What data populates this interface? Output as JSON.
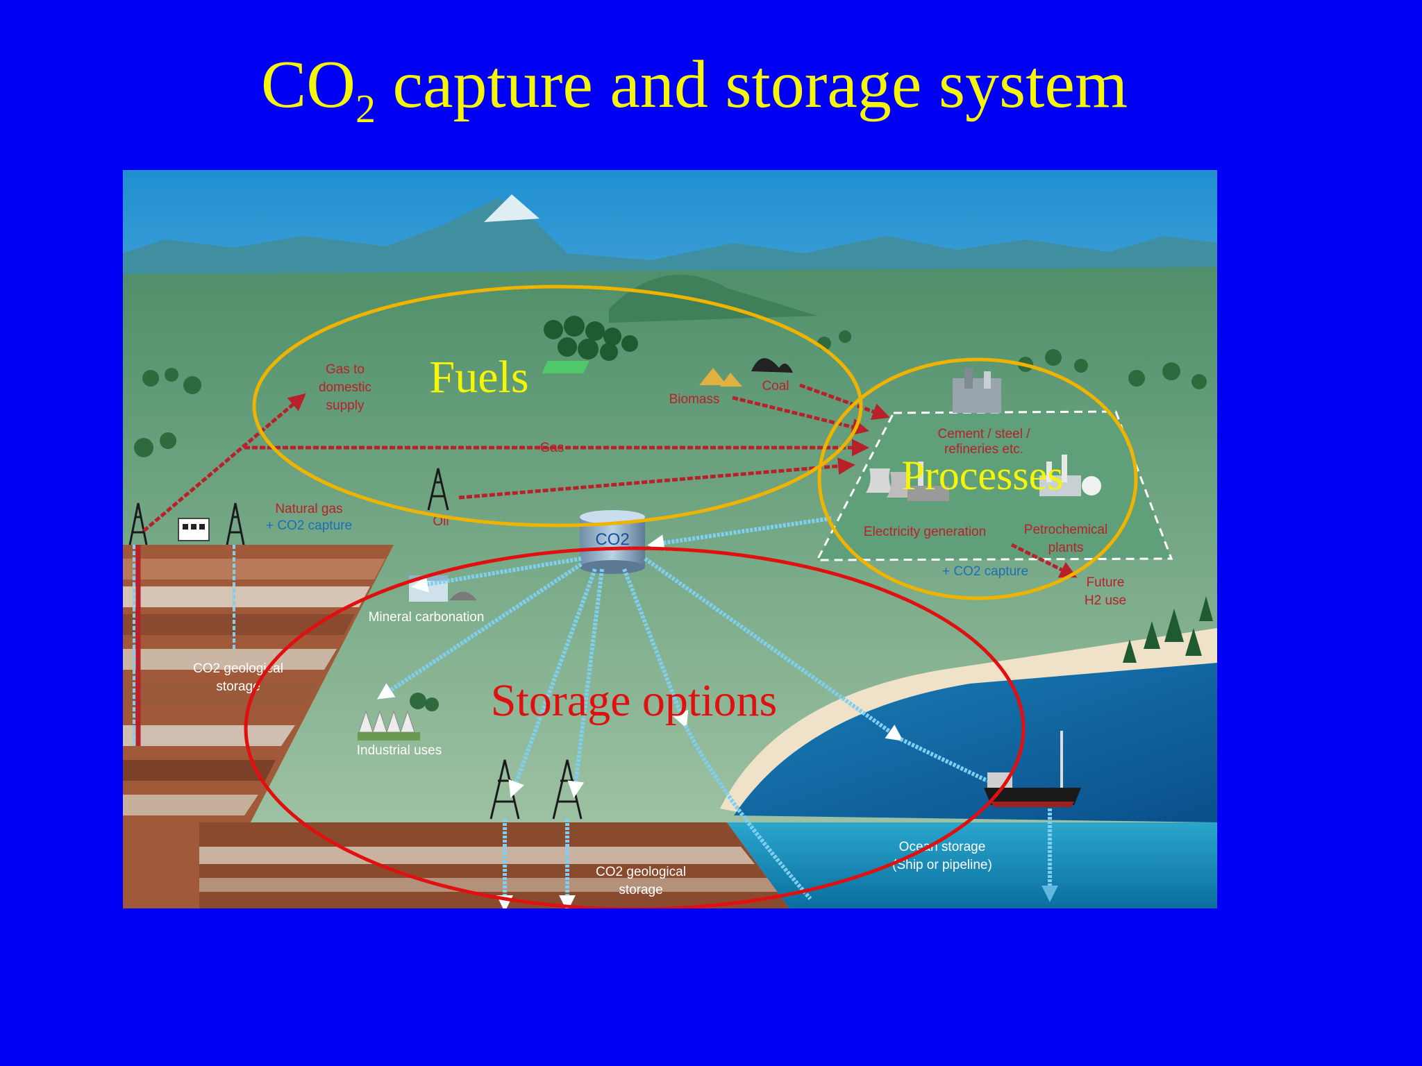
{
  "title": {
    "main": "CO",
    "sub": "2",
    "rest": " capture and storage system"
  },
  "groups": {
    "fuels": "Fuels",
    "processes": "Processes",
    "storage": "Storage options"
  },
  "labels": {
    "gas_domestic": [
      "Gas to",
      "domestic",
      "supply"
    ],
    "biomass": "Biomass",
    "coal": "Coal",
    "gas": "Gas",
    "oil": "Oil",
    "natural_gas": "Natural gas",
    "co2_capture_left": "+ CO2 capture",
    "cement": [
      "Cement / steel /",
      "refineries etc."
    ],
    "electricity": "Electricity generation",
    "petrochemical": [
      "Petrochemical",
      "plants"
    ],
    "co2_capture_right": "+ CO2 capture",
    "future_h2": [
      "Future",
      "H2 use"
    ],
    "co2_tank": "CO2",
    "mineral": "Mineral carbonation",
    "geo_storage_left": [
      "CO2 geological",
      "storage"
    ],
    "industrial": "Industrial uses",
    "geo_storage_bottom": [
      "CO2 geological",
      "storage"
    ],
    "ocean": [
      "Ocean storage",
      "(Ship or pipeline)"
    ]
  },
  "colors": {
    "background": "#0000f5",
    "title": "#f5f50a",
    "fuels_ring": "#f0b400",
    "storage_ring": "#e01010",
    "flow_red": "#b8202a",
    "flow_blue": "#7fd0f0"
  }
}
